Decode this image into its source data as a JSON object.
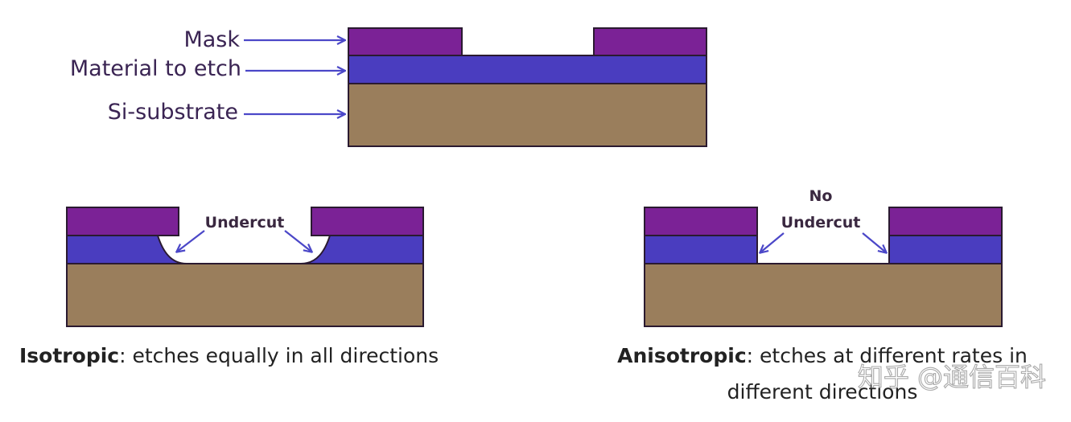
{
  "labels": {
    "mask": "Mask",
    "material": "Material to etch",
    "substrate": "Si-substrate",
    "undercut": "Undercut",
    "no": "No",
    "no_undercut": "Undercut"
  },
  "captions": {
    "isotropic_bold": "Isotropic",
    "isotropic_rest": ": etches equally in all directions",
    "anisotropic_bold": "Anisotropic",
    "anisotropic_rest_line1": ": etches at different rates in",
    "anisotropic_line2": "different directions"
  },
  "watermark": "知乎 @通信百科",
  "colors": {
    "mask": "#7b2296",
    "material": "#4a3dbf",
    "substrate": "#9a7e5c",
    "arrow": "#4b47c8",
    "outline": "#2a1a30"
  }
}
